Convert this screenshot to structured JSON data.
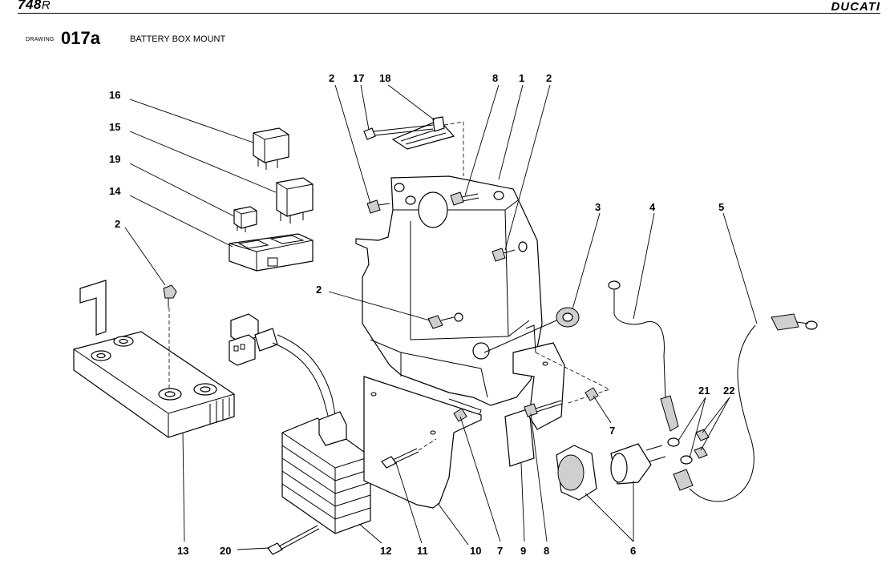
{
  "header": {
    "model": "748",
    "model_suffix": "R",
    "brand": "DUCATI"
  },
  "drawing": {
    "word": "DRAWING",
    "number": "017a",
    "title": "BATTERY BOX MOUNT"
  },
  "callouts": [
    {
      "id": "c16",
      "text": "16"
    },
    {
      "id": "c15",
      "text": "15"
    },
    {
      "id": "c19",
      "text": "19"
    },
    {
      "id": "c14",
      "text": "14"
    },
    {
      "id": "c2a",
      "text": "2"
    },
    {
      "id": "c2b",
      "text": "2"
    },
    {
      "id": "c17",
      "text": "17"
    },
    {
      "id": "c18",
      "text": "18"
    },
    {
      "id": "c8a",
      "text": "8"
    },
    {
      "id": "c1",
      "text": "1"
    },
    {
      "id": "c2c",
      "text": "2"
    },
    {
      "id": "c2d",
      "text": "2"
    },
    {
      "id": "c3",
      "text": "3"
    },
    {
      "id": "c4",
      "text": "4"
    },
    {
      "id": "c5",
      "text": "5"
    },
    {
      "id": "c21",
      "text": "21"
    },
    {
      "id": "c22",
      "text": "22"
    },
    {
      "id": "c7a",
      "text": "7"
    },
    {
      "id": "c13",
      "text": "13"
    },
    {
      "id": "c20",
      "text": "20"
    },
    {
      "id": "c12",
      "text": "12"
    },
    {
      "id": "c11",
      "text": "11"
    },
    {
      "id": "c10",
      "text": "10"
    },
    {
      "id": "c7b",
      "text": "7"
    },
    {
      "id": "c9",
      "text": "9"
    },
    {
      "id": "c8b",
      "text": "8"
    },
    {
      "id": "c6",
      "text": "6"
    }
  ]
}
